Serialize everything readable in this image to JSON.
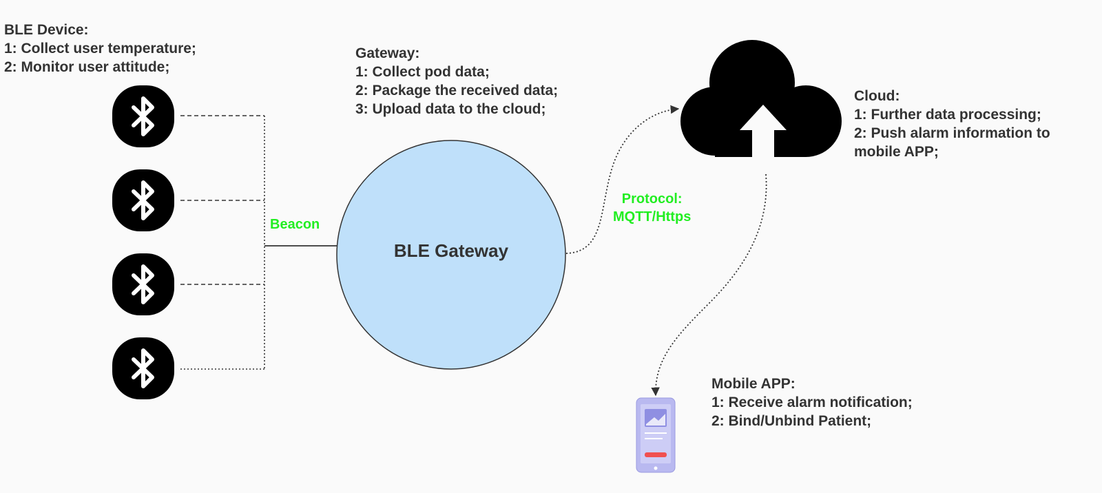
{
  "ble_device": {
    "title": "BLE Device:",
    "items": [
      "1:  Collect user temperature;",
      "2:  Monitor user attitude;"
    ]
  },
  "gateway": {
    "title": "Gateway:",
    "items": [
      "1:  Collect pod data;",
      "2:  Package the received data;",
      "3:  Upload data to the cloud;"
    ]
  },
  "cloud": {
    "title": "Cloud:",
    "items": [
      "1:  Further data processing;",
      "2:  Push alarm information to",
      "mobile APP;"
    ]
  },
  "mobile_app": {
    "title": "Mobile APP:",
    "items": [
      "1:  Receive alarm notification;",
      "2:  Bind/Unbind Patient;"
    ]
  },
  "labels": {
    "beacon": "Beacon",
    "protocol_line1": "Protocol:",
    "protocol_line2": "MQTT/Https",
    "gateway_node": "BLE Gateway"
  },
  "colors": {
    "accent_green": "#22ee22",
    "gateway_fill": "#bfe0fa",
    "text": "#333333",
    "phone_body": "#b9b9f0",
    "phone_alert": "#f05050"
  },
  "icons": {
    "device": "bluetooth-icon",
    "cloud": "cloud-upload-icon",
    "mobile": "mobile-phone-icon"
  }
}
